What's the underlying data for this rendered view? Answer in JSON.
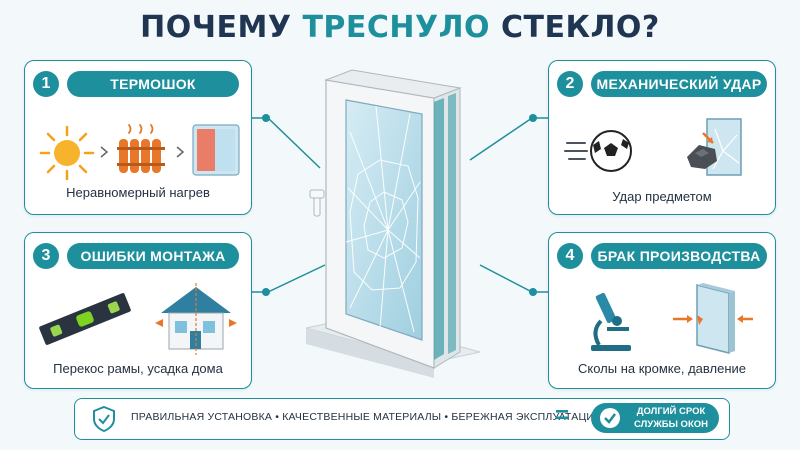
{
  "title": {
    "part1": "ПОЧЕМУ",
    "part2": "ТРЕСНУЛО",
    "part3": "СТЕКЛО?"
  },
  "colors": {
    "accent": "#1e8f9c",
    "dark": "#1f3551"
  },
  "causes": [
    {
      "number": "1",
      "title": "ТЕРМОШОК",
      "caption": "Неравномерный нагрев",
      "icons": [
        "sun-icon",
        "radiator-icon",
        "heated-glass-icon"
      ]
    },
    {
      "number": "2",
      "title": "МЕХАНИЧЕСКИЙ УДАР",
      "caption": "Удар предметом",
      "icons": [
        "soccer-ball-icon",
        "stone-impact-icon"
      ]
    },
    {
      "number": "3",
      "title": "ОШИБКИ МОНТАЖА",
      "caption": "Перекос рамы, усадка дома",
      "icons": [
        "spirit-level-icon",
        "house-shrinkage-icon"
      ]
    },
    {
      "number": "4",
      "title": "БРАК ПРОИЗВОДСТВА",
      "caption": "Сколы на кромке, давление",
      "icons": [
        "microscope-icon",
        "glass-edge-chip-icon"
      ]
    }
  ],
  "bottom": {
    "items": "ПРАВИЛЬНАЯ УСТАНОВКА • КАЧЕСТВЕННЫЕ МАТЕРИАЛЫ • БЕРЕЖНАЯ ЭКСПЛУАТАЦИЯ",
    "equals": "=",
    "result_line1": "ДОЛГИЙ СРОК",
    "result_line2": "СЛУЖБЫ ОКОН"
  }
}
